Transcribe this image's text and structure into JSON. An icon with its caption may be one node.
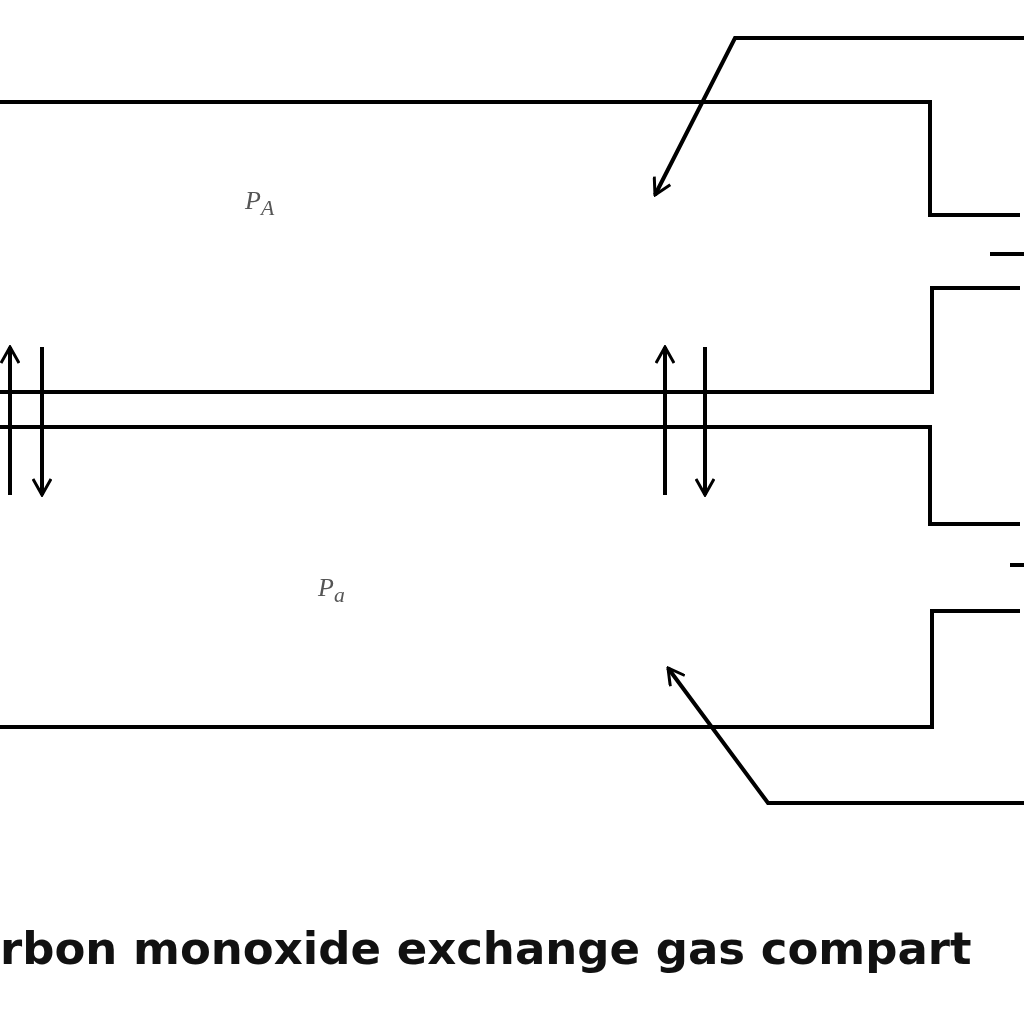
{
  "diagram": {
    "caption": "rbon monoxide exchange gas compart",
    "nodes": [
      {
        "text": [
          "P$_{A}$"
        ]
      },
      {
        "text": [
          "P$_{a}$"
        ]
      }
    ],
    "edges": [
      {
        "from": null,
        "to": 0,
        "arrow": "to"
      },
      {
        "from": 1,
        "to": 0,
        "arrow": "to"
      },
      {
        "from": 0,
        "to": 1,
        "arrow": "to"
      },
      {
        "from": 1,
        "to": 0,
        "arrow": "to"
      },
      {
        "from": 0,
        "to": 1,
        "arrow": "to"
      },
      {
        "from": null,
        "to": 1,
        "arrow": "to"
      }
    ]
  }
}
